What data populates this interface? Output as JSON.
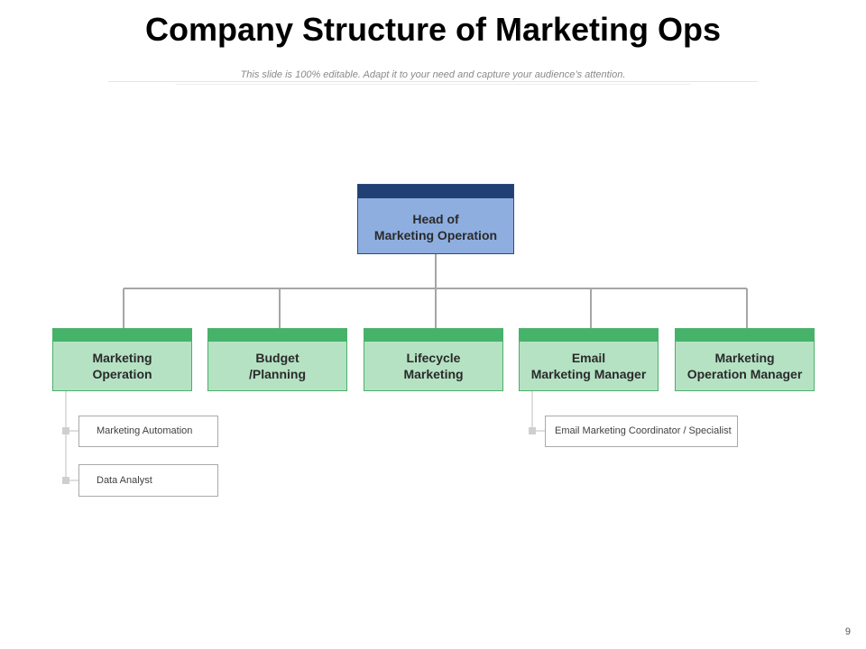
{
  "slide": {
    "title": "Company Structure of Marketing Ops",
    "subtitle": "This slide is 100% editable. Adapt it to your need and capture your audience’s attention.",
    "page_number": "9"
  },
  "org": {
    "head": {
      "line1": "Head of",
      "line2": "Marketing Operation"
    },
    "departments": [
      {
        "line1": "Marketing",
        "line2": "Operation"
      },
      {
        "line1": "Budget",
        "line2": "/Planning"
      },
      {
        "line1": "Lifecycle",
        "line2": "Marketing"
      },
      {
        "line1": "Email",
        "line2": "Marketing Manager"
      },
      {
        "line1": "Marketing",
        "line2": "Operation Manager"
      }
    ],
    "sub_roles": {
      "marketing_operation": [
        "Marketing Automation",
        "Data Analyst"
      ],
      "email_marketing_manager": [
        "Email Marketing Coordinator / Specialist"
      ]
    }
  },
  "colors": {
    "head_fill": "#8eaee0",
    "head_bar": "#203f72",
    "dept_fill": "#b5e2c3",
    "dept_bar": "#46b36a",
    "connector": "#a6a6a6"
  }
}
